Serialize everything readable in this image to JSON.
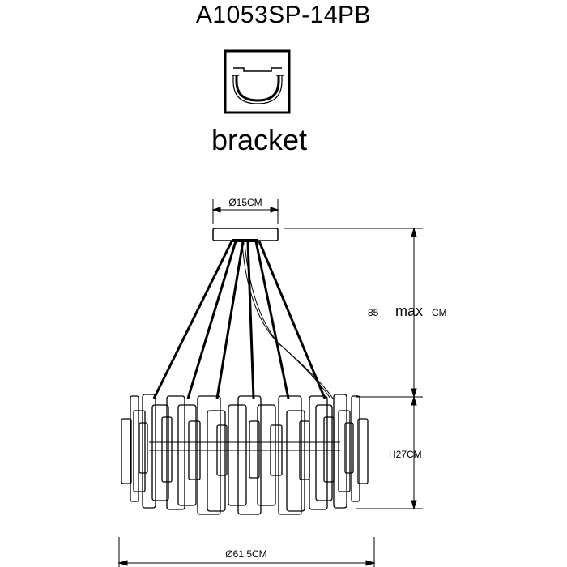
{
  "header": {
    "model_code": "A1053SP-14PB"
  },
  "mount": {
    "icon": "bracket-mount-icon",
    "label": "bracket"
  },
  "dimensions": {
    "canopy_diameter": "Ø15CM",
    "suspension_number": "85",
    "suspension_max": "max",
    "suspension_unit": "CM",
    "body_height": "H27CM",
    "body_diameter": "Ø61.5CM"
  },
  "colors": {
    "line": "#000000",
    "background": "#ffffff"
  }
}
